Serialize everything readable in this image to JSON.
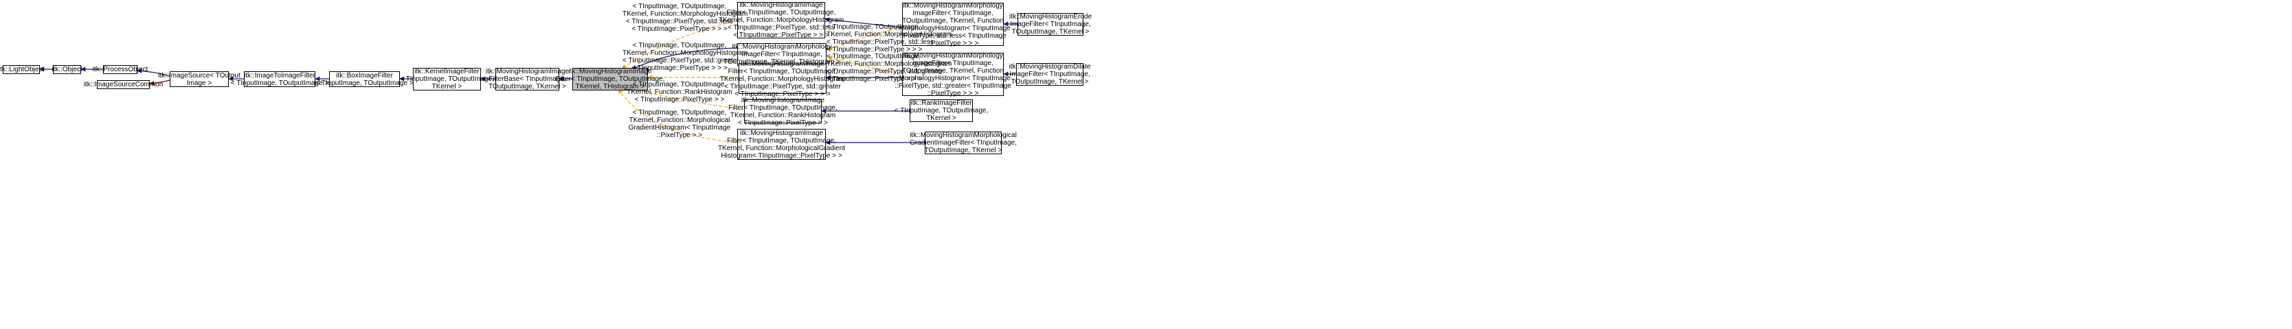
{
  "colors": {
    "inheritance": "#191970",
    "usage": "#8b0000",
    "template": "#ffa500",
    "current_fill": "#bfbfbf"
  },
  "nodes": {
    "light_object": {
      "lines": [
        "itk::LightObject"
      ]
    },
    "object": {
      "lines": [
        "itk::Object"
      ]
    },
    "process_object": {
      "lines": [
        "itk::ProcessObject"
      ]
    },
    "image_source_common": {
      "lines": [
        "itk::ImageSourceCommon"
      ]
    },
    "image_source": {
      "lines": [
        "itk::ImageSource< TOutput",
        "Image >"
      ]
    },
    "image_to_image_filter": {
      "lines": [
        "itk::ImageToImageFilter",
        "< TInputImage, TOutputImage >"
      ]
    },
    "box_image_filter": {
      "lines": [
        "itk::BoxImageFilter",
        "< TInputImage, TOutputImage >"
      ]
    },
    "kernel_image_filter": {
      "lines": [
        "itk::KernelImageFilter",
        "< TInputImage, TOutputImage,",
        "TKernel >"
      ]
    },
    "mh_filter_base": {
      "lines": [
        "itk::MovingHistogramImage",
        "FilterBase< TInputImage,",
        "TOutputImage, TKernel >"
      ]
    },
    "mh_filter_current": {
      "lines": [
        "itk::MovingHistogramImage",
        "Filter< TInputImage, TOutputImage,",
        "TKernel, THistogram >"
      ]
    },
    "mh_filter_less": {
      "lines": [
        "itk::MovingHistogramImage",
        "Filter< TInputImage, TOutputImage,",
        "TKernel, Function::MorphologyHistogram",
        "< TInputImage::PixelType, std::less",
        "< TInputImage::PixelType > > >"
      ]
    },
    "mh_morph_generic": {
      "lines": [
        "itk::MovingHistogramMorphology",
        "ImageFilter< TInputImage,",
        "TOutputImage, TKernel, THistogram >"
      ]
    },
    "mh_filter_greater": {
      "lines": [
        "itk::MovingHistogramImage",
        "Filter< TInputImage, TOutputImage,",
        "TKernel, Function::MorphologyHistogram",
        "< TInputImage::PixelType, std::greater",
        "< TInputImage::PixelType > > >"
      ]
    },
    "mh_filter_rank": {
      "lines": [
        "itk::MovingHistogramImage",
        "Filter< TInputImage, TOutputImage,",
        "TKernel, Function::RankHistogram",
        "< TInputImage::PixelType > >"
      ]
    },
    "mh_filter_gradient": {
      "lines": [
        "itk::MovingHistogramImage",
        "Filter< TInputImage, TOutputImage,",
        "TKernel, Function::MorphologicalGradient",
        "Histogram< TInputImage::PixelType > >"
      ]
    },
    "mh_morph_less": {
      "lines": [
        "itk::MovingHistogramMorphology",
        "ImageFilter< TInputImage,",
        "TOutputImage, TKernel, Function",
        "::MorphologyHistogram< TInputImage",
        "::PixelType, std::less< TInputImage",
        "::PixelType > > >"
      ]
    },
    "mh_morph_greater": {
      "lines": [
        "itk::MovingHistogramMorphology",
        "ImageFilter< TInputImage,",
        "TOutputImage, TKernel, Function",
        "::MorphologyHistogram< TInputImage",
        "::PixelType, std::greater< TInputImage",
        "::PixelType > > >"
      ]
    },
    "rank_image_filter": {
      "lines": [
        "itk::RankImageFilter",
        "< TInputImage, TOutputImage,",
        "TKernel >"
      ]
    },
    "mh_gradient_filter": {
      "lines": [
        "itk::MovingHistogramMorphological",
        "GradientImageFilter< TInputImage,",
        "TOutputImage, TKernel >"
      ]
    },
    "erode_filter": {
      "lines": [
        "itk::MovingHistogramErode",
        "ImageFilter< TInputImage,",
        "TOutputImage, TKernel >"
      ]
    },
    "dilate_filter": {
      "lines": [
        "itk::MovingHistogramDilate",
        "ImageFilter< TInputImage,",
        "TOutputImage, TKernel >"
      ]
    }
  },
  "edge_labels": {
    "to_less": {
      "lines": [
        "< TInputImage, TOutputImage,",
        "TKernel, Function::MorphologyHistogram",
        "< TInputImage::PixelType, std::less",
        "< TInputImage::PixelType > > >"
      ]
    },
    "to_greater": {
      "lines": [
        "< TInputImage, TOutputImage,",
        "TKernel, Function::MorphologyHistogram",
        "< TInputImage::PixelType, std::greater",
        "< TInputImage::PixelType > > >"
      ]
    },
    "to_rank": {
      "lines": [
        "< TInputImage, TOutputImage,",
        "TKernel, Function::RankHistogram",
        "< TInputImage::PixelType > >"
      ]
    },
    "to_gradient": {
      "lines": [
        "< TInputImage, TOutputImage,",
        "TKernel, Function::Morphological",
        "GradientHistogram< TInputImage",
        "::PixelType > >"
      ]
    },
    "to_morph_less": {
      "lines": [
        "< TInputImage, TOutputImage,",
        "TKernel, Function::MorphologyHistogram",
        "< TInputImage::PixelType, std::less",
        "< TInputImage::PixelType > > >"
      ]
    },
    "to_morph_greater": {
      "lines": [
        "< TInputImage, TOutputImage,",
        "TKernel, Function::MorphologyHistogram",
        "< TInputImage::PixelType, std::greater",
        "< TInputImage::PixelType > > >"
      ]
    }
  }
}
